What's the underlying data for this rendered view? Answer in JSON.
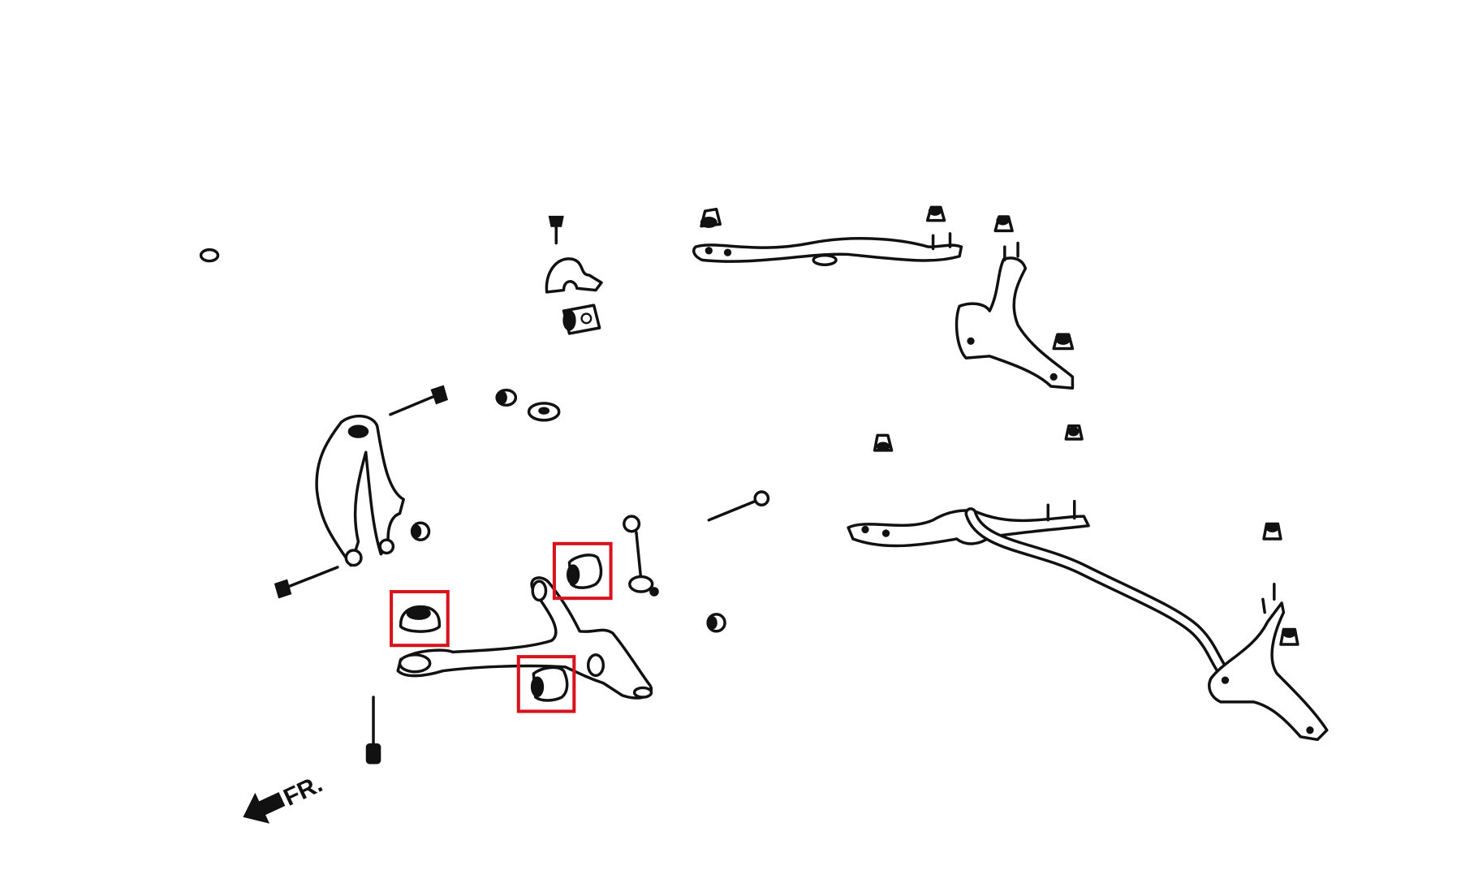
{
  "diagram": {
    "direction_label": "FR.",
    "highlight_color": "#d7141d",
    "highlighted_parts": [
      "lower-arm-rear-bushing",
      "lower-arm-front-bushing",
      "lower-arm-ball-bushing"
    ]
  }
}
